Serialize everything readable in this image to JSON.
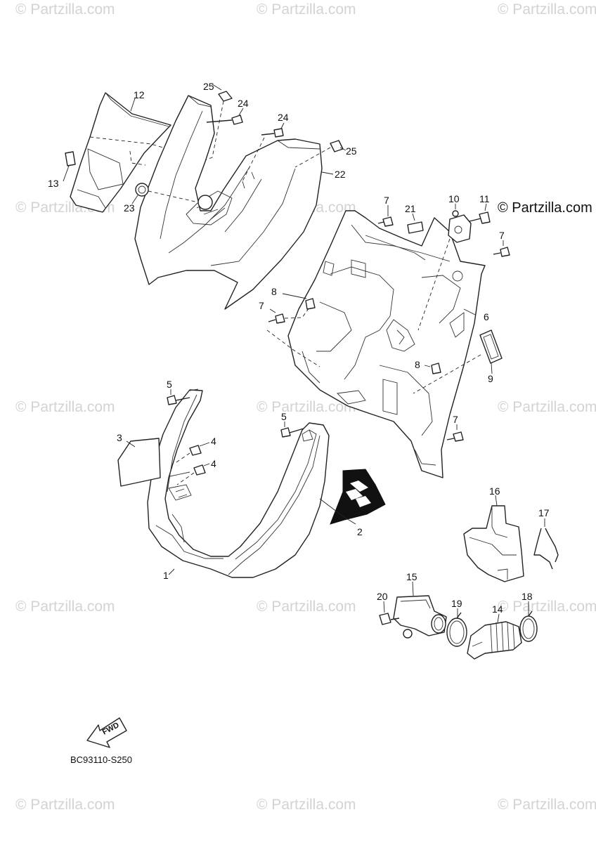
{
  "watermark": {
    "text": "© Partzilla.com"
  },
  "brand_label": "© Partzilla.com",
  "diagram_code": "BC93110-S250",
  "fwd_label": "FWD",
  "callouts": [
    {
      "id": "12",
      "label": "12"
    },
    {
      "id": "13",
      "label": "13"
    },
    {
      "id": "23",
      "label": "23"
    },
    {
      "id": "25a",
      "label": "25"
    },
    {
      "id": "24a",
      "label": "24"
    },
    {
      "id": "24b",
      "label": "24"
    },
    {
      "id": "25b",
      "label": "25"
    },
    {
      "id": "22",
      "label": "22"
    },
    {
      "id": "7a",
      "label": "7"
    },
    {
      "id": "21",
      "label": "21"
    },
    {
      "id": "10",
      "label": "10"
    },
    {
      "id": "11",
      "label": "11"
    },
    {
      "id": "7b",
      "label": "7"
    },
    {
      "id": "8a",
      "label": "8"
    },
    {
      "id": "7c",
      "label": "7"
    },
    {
      "id": "6",
      "label": "6"
    },
    {
      "id": "8b",
      "label": "8"
    },
    {
      "id": "9",
      "label": "9"
    },
    {
      "id": "5a",
      "label": "5"
    },
    {
      "id": "5b",
      "label": "5"
    },
    {
      "id": "3",
      "label": "3"
    },
    {
      "id": "4a",
      "label": "4"
    },
    {
      "id": "4b",
      "label": "4"
    },
    {
      "id": "7d",
      "label": "7"
    },
    {
      "id": "2",
      "label": "2"
    },
    {
      "id": "1",
      "label": "1"
    },
    {
      "id": "16",
      "label": "16"
    },
    {
      "id": "17",
      "label": "17"
    },
    {
      "id": "15",
      "label": "15"
    },
    {
      "id": "20",
      "label": "20"
    },
    {
      "id": "19",
      "label": "19"
    },
    {
      "id": "14",
      "label": "14"
    },
    {
      "id": "18",
      "label": "18"
    }
  ]
}
